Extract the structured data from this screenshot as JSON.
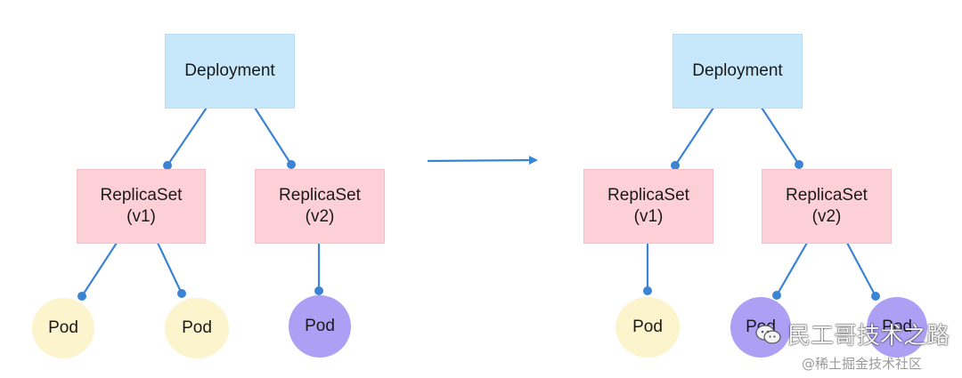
{
  "left": {
    "deployment": "Deployment",
    "replicasets": [
      {
        "line1": "ReplicaSet",
        "line2": "(v1)"
      },
      {
        "line1": "ReplicaSet",
        "line2": "(v2)"
      }
    ],
    "pods": [
      "Pod",
      "Pod",
      "Pod"
    ]
  },
  "right": {
    "deployment": "Deployment",
    "replicasets": [
      {
        "line1": "ReplicaSet",
        "line2": "(v1)"
      },
      {
        "line1": "ReplicaSet",
        "line2": "(v2)"
      }
    ],
    "pods": [
      "Pod",
      "Pod",
      "Pod"
    ]
  },
  "watermark": {
    "main": "民工哥技术之路",
    "sub": "@稀土掘金技术社区",
    "icon": "wechat-icon"
  },
  "colors": {
    "deployment": "#c7e8fb",
    "replicaset": "#fcd0d6",
    "pod_yellow": "#fbf4cc",
    "pod_purple": "#ad9ff3",
    "connector": "#3b84d4"
  }
}
